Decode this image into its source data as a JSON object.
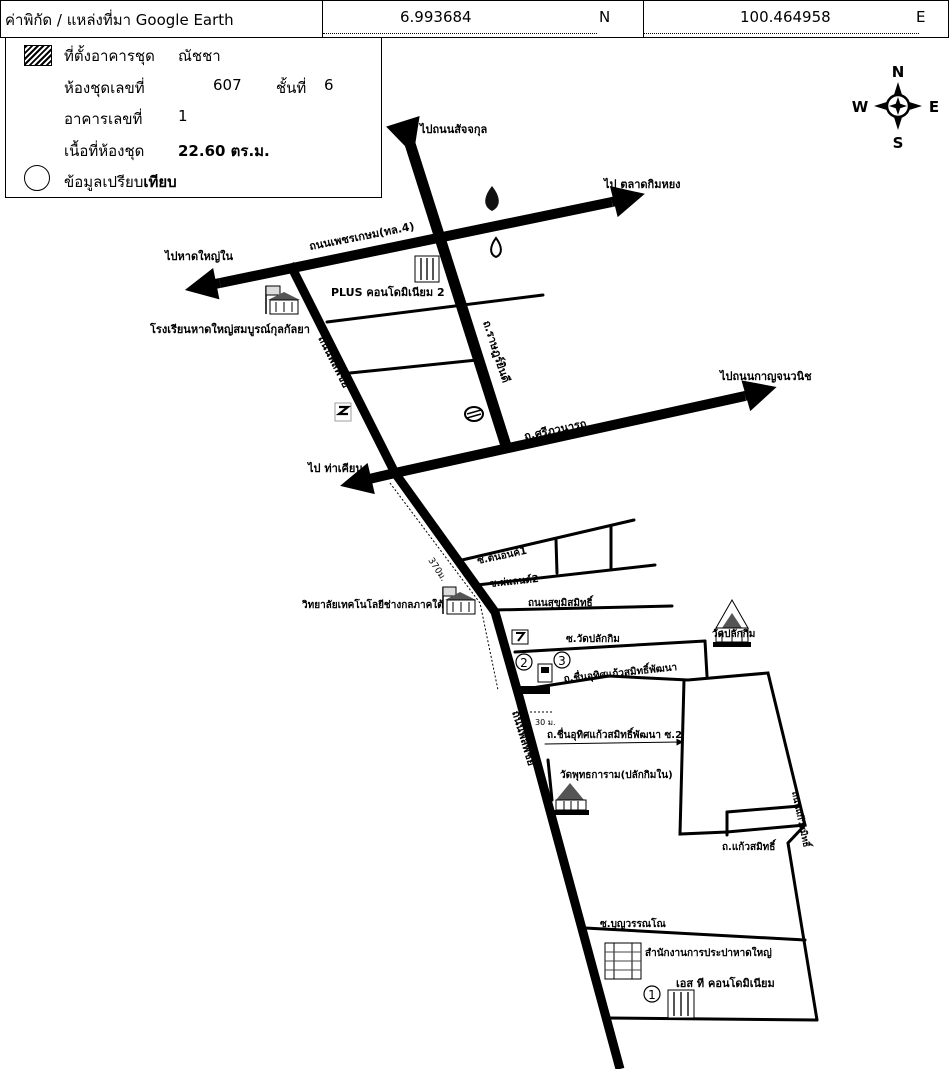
{
  "header": {
    "coord_label": "ค่าพิกัด / แหล่งที่มา Google Earth",
    "lat_value": "6.993684",
    "lat_dir": "N",
    "lon_value": "100.464958",
    "lon_dir": "E"
  },
  "legend": {
    "building_location_label": "ที่ตั้งอาคารชุด",
    "building_name": "ณัชชา",
    "unit_no_label": "ห้องชุดเลขที่",
    "unit_no": "607",
    "floor_label": "ชั้นที่",
    "floor": "6",
    "building_no_label": "อาคารเลขที่",
    "building_no": "1",
    "area_label": "เนื้อที่ห้องชุด",
    "area_value": "22.60 ตร.ม.",
    "comparable_label": "ข้อมูลเปรียบ",
    "comparable_label_bold": "เทียบ"
  },
  "compass": {
    "n": "N",
    "s": "S",
    "w": "W",
    "e": "E"
  },
  "labels": {
    "to_sajjakul": "ไปถนนสัจจกุล",
    "to_kimyong": "ไป ตลาดกิมหยง",
    "to_hatyainai": "ไปหาดใหญ่ใน",
    "phetkasem": "ถนนเพชรเกษม(ทล.4)",
    "plus_condo": "PLUS คอนโดมิเนียม 2",
    "school": "โรงเรียนหาดใหญ่สมบูรณ์กุลกัลยา",
    "lopburi_top": "ถนนพลพิชัย",
    "rajyindee": "ถ.ราษฎร์ยินดี",
    "to_kanjanavanich": "ไปถนนกาญจนวนิช",
    "sriphuwanart": "ถ.ศรีภูวนารถ",
    "to_thatian": "ไป ท่าเคียน",
    "distance_370": "370ม.",
    "soi_ton1": "ซ.ต้นอนค์1",
    "soi_phaen2": "ซ.ผ่แลนด์2",
    "sukhumvit": "ถนนสุขุมิสมิทธิ์",
    "college": "วิทยาลัยเทคโนโลยีช่างกลภาคใต้",
    "wat_plakim": "วัดปลักกิม",
    "soi_plakim": "ซ.วัดปลักกิม",
    "chuan_road": "ถ.ชื่นอุทิศแก้วสมิทธิ์พัฒนา",
    "distance_30": "30 ม.",
    "chuan_soi2": "ถ.ชื่นอุทิศแก้วสมิทธิ์พัฒนา ซ.2",
    "lopburi_mid": "ถนนพลพิชัย",
    "wat_phutta": "วัดพุทธการาม(ปลักกิมใน)",
    "kaewsamit_road": "ถนนแก้วสมิทธิ์",
    "kaewsamit": "ถ.แก้วสมิทธิ์",
    "soi_bunyawan": "ซ.บุญวรรณโณ",
    "water_office": "สำนักงานการประปาหาดใหญ่",
    "es_condo": "เอส ที คอนโดมิเนียม",
    "marker_1": "1",
    "marker_2": "2",
    "marker_3": "3"
  }
}
